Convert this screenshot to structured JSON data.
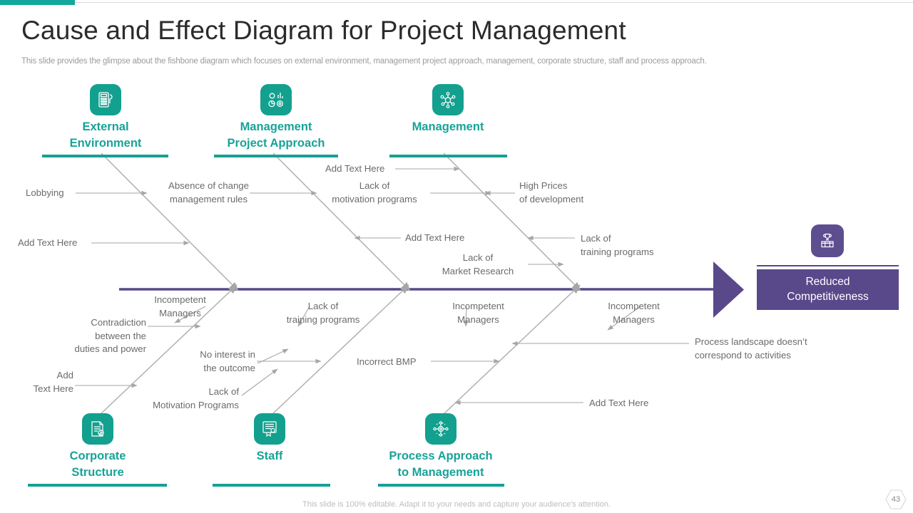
{
  "header": {
    "title": "Cause and Effect Diagram for Project Management",
    "subtitle": "This slide provides the glimpse about the fishbone diagram which focuses on external environment, management project approach, management, corporate structure, staff and process approach."
  },
  "colors": {
    "teal": "#15a096",
    "purple": "#59488a",
    "cause_text": "#6b6b6b",
    "title_text": "#2b2b2b",
    "muted": "#bdbdbd"
  },
  "diagram": {
    "type": "fishbone",
    "categories_top": [
      {
        "label_line1": "External",
        "label_line2": "Environment",
        "icon": "calculator-document-icon"
      },
      {
        "label_line1": "Management",
        "label_line2": "Project Approach",
        "icon": "analytics-chart-icon"
      },
      {
        "label_line1": "Management",
        "label_line2": "",
        "icon": "network-gear-icon"
      }
    ],
    "categories_bottom": [
      {
        "label_line1": "Corporate",
        "label_line2": "Structure",
        "icon": "finance-document-icon"
      },
      {
        "label_line1": "Staff",
        "label_line2": "",
        "icon": "certificate-icon"
      },
      {
        "label_line1": "Process Approach",
        "label_line2": "to Management",
        "icon": "process-gear-icon"
      }
    ],
    "causes_top": [
      {
        "line1": "Lobbying",
        "line2": ""
      },
      {
        "line1": "Absence of change",
        "line2": "management rules"
      },
      {
        "line1": "Add Text Here",
        "line2": ""
      },
      {
        "line1": "Add Text Here",
        "line2": ""
      },
      {
        "line1": "Lack of",
        "line2": "motivation programs"
      },
      {
        "line1": "High Prices",
        "line2": "of development"
      },
      {
        "line1": "Add Text Here",
        "line2": ""
      },
      {
        "line1": "Lack of",
        "line2": "training programs"
      },
      {
        "line1": "Lack of",
        "line2": "Market Research"
      }
    ],
    "causes_bottom": [
      {
        "line1": "Incompetent",
        "line2": "Managers"
      },
      {
        "line1": "Contradiction",
        "line2": "between the",
        "line3": "duties and power"
      },
      {
        "line1": "Add",
        "line2": "Text Here"
      },
      {
        "line1": "No interest in",
        "line2": "the outcome"
      },
      {
        "line1": "Lack of",
        "line2": "Motivation Programs"
      },
      {
        "line1": "Lack of",
        "line2": "training programs"
      },
      {
        "line1": "Incorrect  BMP",
        "line2": ""
      },
      {
        "line1": "Incompetent",
        "line2": "Managers"
      },
      {
        "line1": "Incompetent",
        "line2": "Managers"
      },
      {
        "line1": "Process landscape doesn’t",
        "line2": "correspond to activities"
      },
      {
        "line1": "Add Text Here",
        "line2": ""
      }
    ],
    "result": {
      "line1": "Reduced",
      "line2": "Competitiveness",
      "icon": "podium-trophy-icon"
    }
  },
  "footer": {
    "note": "This slide is 100% editable. Adapt it to your needs and capture your audience's attention.",
    "page_number": "43"
  }
}
